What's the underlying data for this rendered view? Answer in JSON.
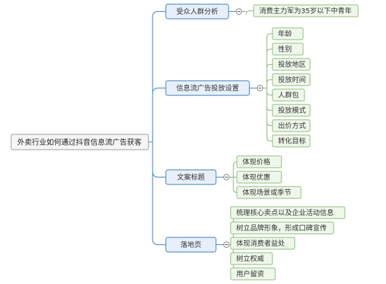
{
  "root": {
    "label": "外卖行业如何通过抖音信息流广告获客"
  },
  "branches": [
    {
      "label": "受众人群分析",
      "children": [
        "消费主力军为35岁以下中青年"
      ]
    },
    {
      "label": "信息流广告投放设置",
      "children": [
        "年龄",
        "性别",
        "投放地区",
        "投放时间",
        "人群包",
        "投放模式",
        "出价方式",
        "转化目标"
      ]
    },
    {
      "label": "文案标题",
      "children": [
        "体现价格",
        "体现优惠",
        "体现场景或季节"
      ]
    },
    {
      "label": "落地页",
      "children": [
        "梳理核心卖点以及企业活动信息",
        "树立品牌形象，形成口碑宣传",
        "体现消费者益处",
        "树立权威",
        "用户留资"
      ]
    }
  ],
  "colors": {
    "line": "#5a8fc2",
    "branch_fill": "#e7f0fa",
    "branch_border": "#5a8fc2",
    "leaf_fill": "#eef7ea",
    "leaf_border": "#8fb879",
    "root_fill": "#f5f5f5",
    "root_border": "#9a9a9a"
  }
}
